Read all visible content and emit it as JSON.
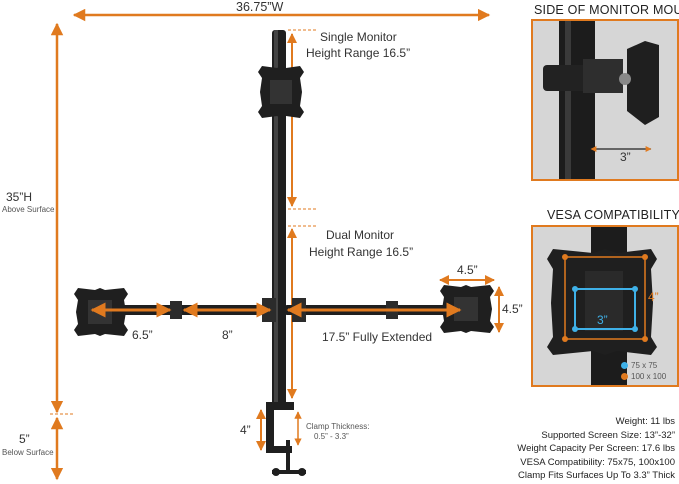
{
  "dimensions": {
    "width_label": "36.75”W",
    "height_label": "35”H",
    "height_sub": "Above Surface",
    "below_label": "5”",
    "below_sub": "Below Surface"
  },
  "single_monitor": {
    "line1": "Single Monitor",
    "line2": "Height Range 16.5”"
  },
  "dual_monitor": {
    "line1": "Dual Monitor",
    "line2": "Height Range 16.5”"
  },
  "arm_labels": {
    "left_segment": "6.5”",
    "middle_segment": "8”",
    "extended": "17.5” Fully Extended",
    "plate_width": "4.5”",
    "plate_height": "4.5”"
  },
  "clamp": {
    "height_label": "4”",
    "thickness_line1": "Clamp Thickness:",
    "thickness_line2": "0.5” - 3.3”"
  },
  "side_mount": {
    "title": "SIDE OF MONITOR MOUNT:",
    "width_label": "3”"
  },
  "vesa": {
    "title": "VESA COMPATIBILITY:",
    "horizontal_label": "3”",
    "vertical_label": "4”",
    "legend": [
      {
        "label": "75 x 75",
        "color": "#3fb1e8"
      },
      {
        "label": "100 x 100",
        "color": "#e07a1f"
      }
    ]
  },
  "specs": [
    "Weight: 11 lbs",
    "Supported Screen Size: 13”-32”",
    "Weight Capacity Per Screen: 17.6 lbs",
    "VESA Compatibility: 75x75, 100x100",
    "Clamp Fits Surfaces Up To 3.3” Thick"
  ],
  "colors": {
    "accent": "#e07a1f",
    "vesa_blue": "#3fb1e8",
    "metal": "#1f1f1f"
  }
}
